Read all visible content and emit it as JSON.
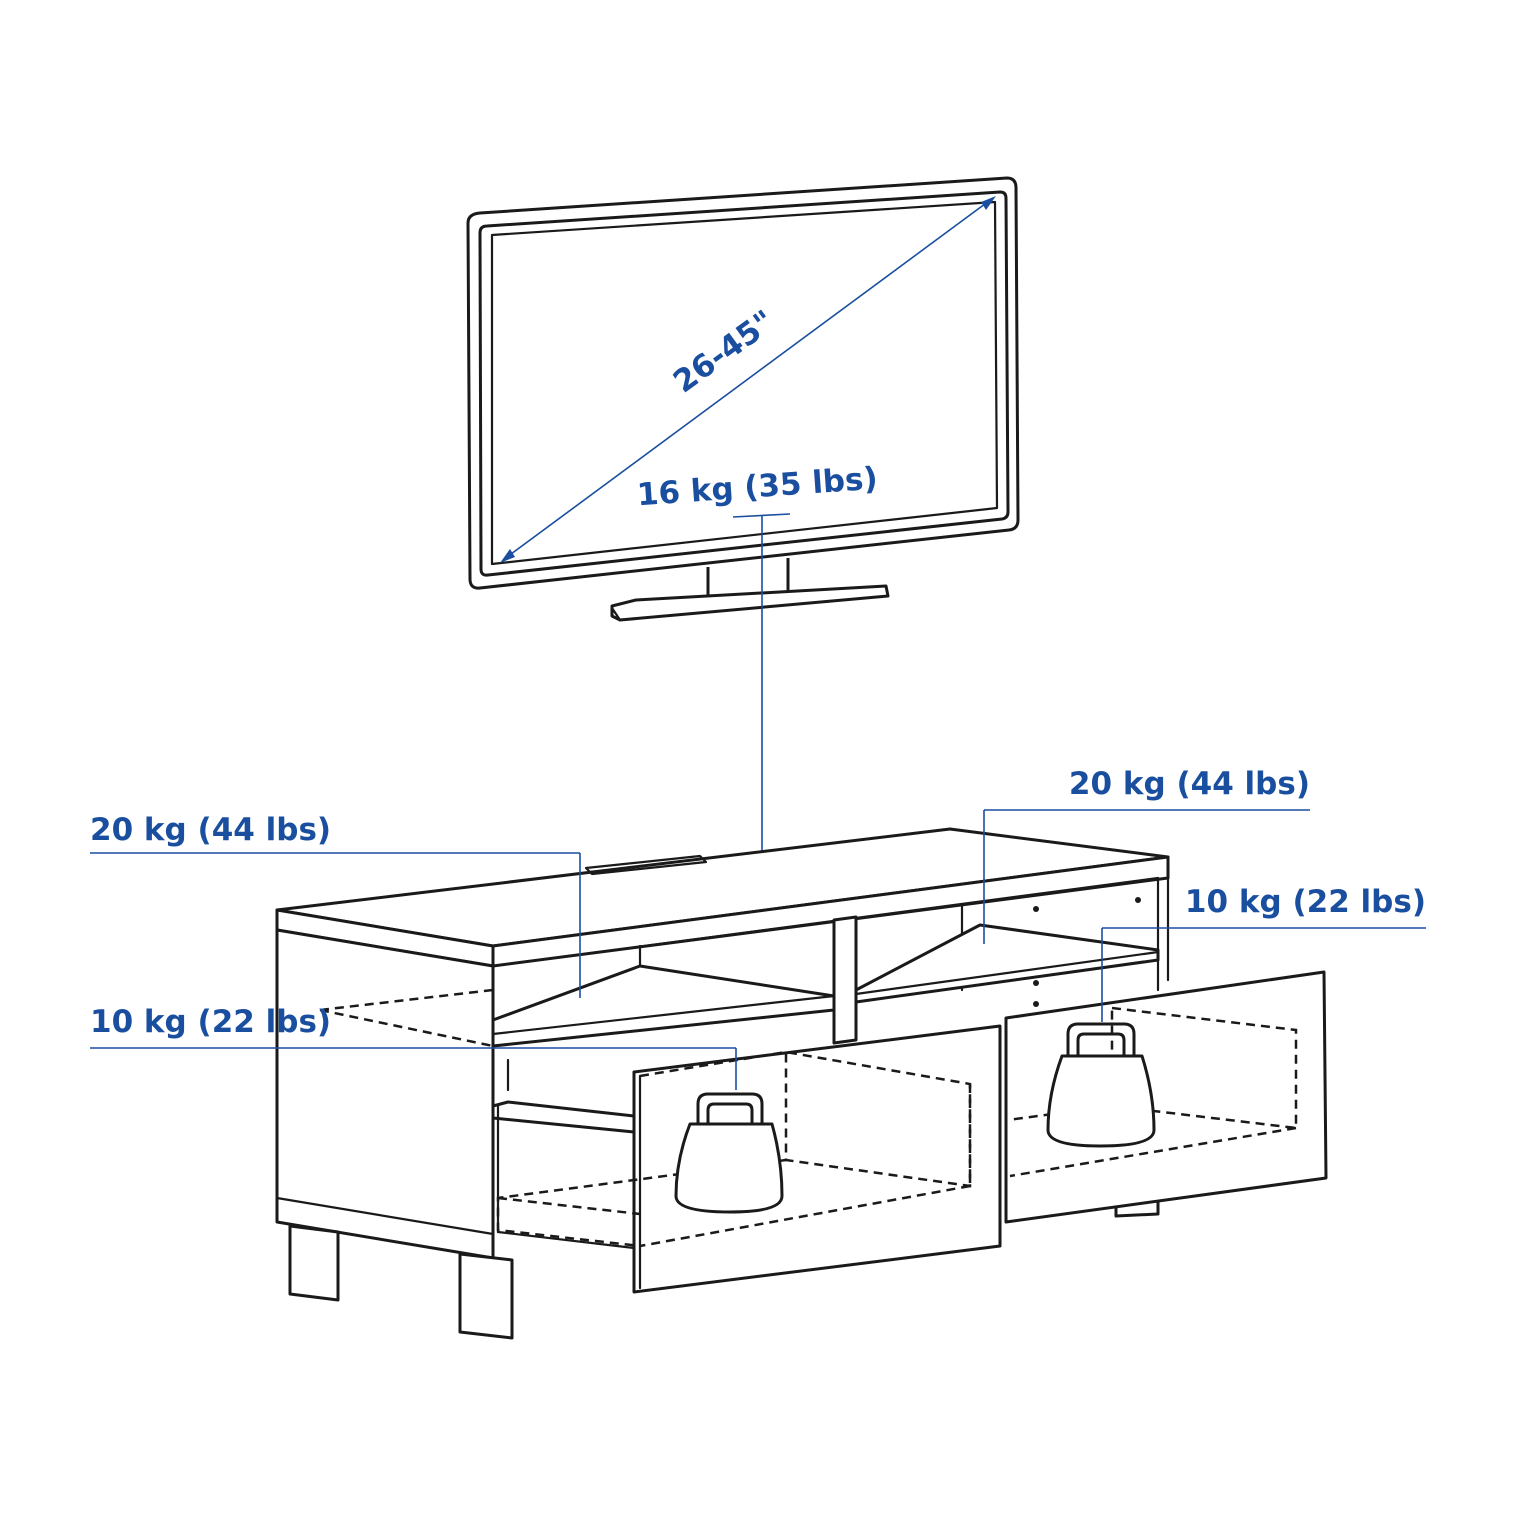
{
  "tv": {
    "size_label": "26-45\"",
    "weight_label": "16 kg (35 lbs)"
  },
  "cabinet": {
    "left_shelf_label": "20 kg (44 lbs)",
    "right_shelf_label": "20 kg (44 lbs)",
    "left_drawer_label": "10 kg (22 lbs)",
    "right_drawer_label": "10 kg (22 lbs)"
  },
  "colors": {
    "annotation": "#1a4fa0",
    "outline": "#1a1a1a"
  }
}
